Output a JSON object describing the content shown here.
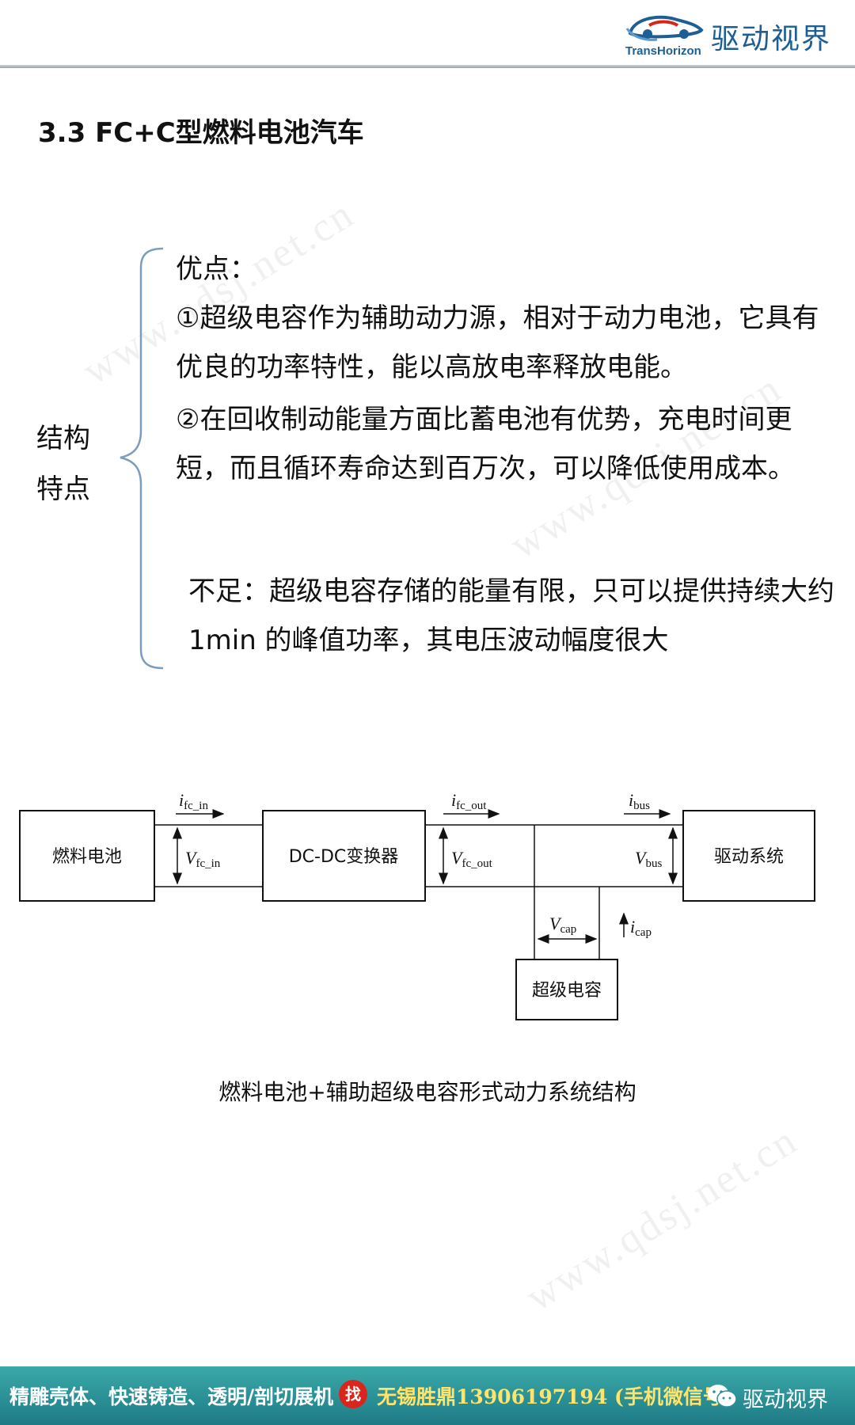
{
  "header": {
    "logo_en": "TransHorizon",
    "logo_cn": "驱动视界"
  },
  "section_title": "3.3 FC+C型燃料电池汽车",
  "side_label": {
    "line1": "结构",
    "line2": "特点"
  },
  "advantages": {
    "head": "优点：",
    "point1": "①超级电容作为辅助动力源，相对于动力电池，它具有优良的功率特性，能以高放电率释放电能。",
    "point2": "②在回收制动能量方面比蓄电池有优势，充电时间更短，而且循环寿命达到百万次，可以降低使用成本。"
  },
  "disadvantage": "不足：超级电容存储的能量有限，只可以提供持续大约 1min 的峰值功率，其电压波动幅度很大",
  "diagram": {
    "boxes": {
      "fuel_cell": "燃料电池",
      "dcdc": "DC-DC变换器",
      "drive": "驱动系统",
      "supercap": "超级电容"
    },
    "labels": {
      "i_fc_in": {
        "main": "i",
        "sub": "fc_in"
      },
      "v_fc_in": {
        "main": "V",
        "sub": "fc_in"
      },
      "i_fc_out": {
        "main": "i",
        "sub": "fc_out"
      },
      "v_fc_out": {
        "main": "V",
        "sub": "fc_out"
      },
      "i_bus": {
        "main": "i",
        "sub": "bus"
      },
      "v_bus": {
        "main": "V",
        "sub": "bus"
      },
      "v_cap": {
        "main": "V",
        "sub": "cap"
      },
      "i_cap": {
        "main": "i",
        "sub": "cap"
      }
    }
  },
  "caption": "燃料电池+辅助超级电容形式动力系统结构",
  "watermark": "www.qdsj.net.cn",
  "footer": {
    "promo": "精雕壳体、快速铸造、透明/剖切展机",
    "badge": "找",
    "contact": "无锡胜鼎13906197194 (手机微信号)",
    "brand": "驱动视界"
  },
  "colors": {
    "brand_blue": "#1d5f95",
    "footer_teal": "#2a9299",
    "footer_contact_yellow": "#ffe36a",
    "badge_red": "#d9261c"
  }
}
